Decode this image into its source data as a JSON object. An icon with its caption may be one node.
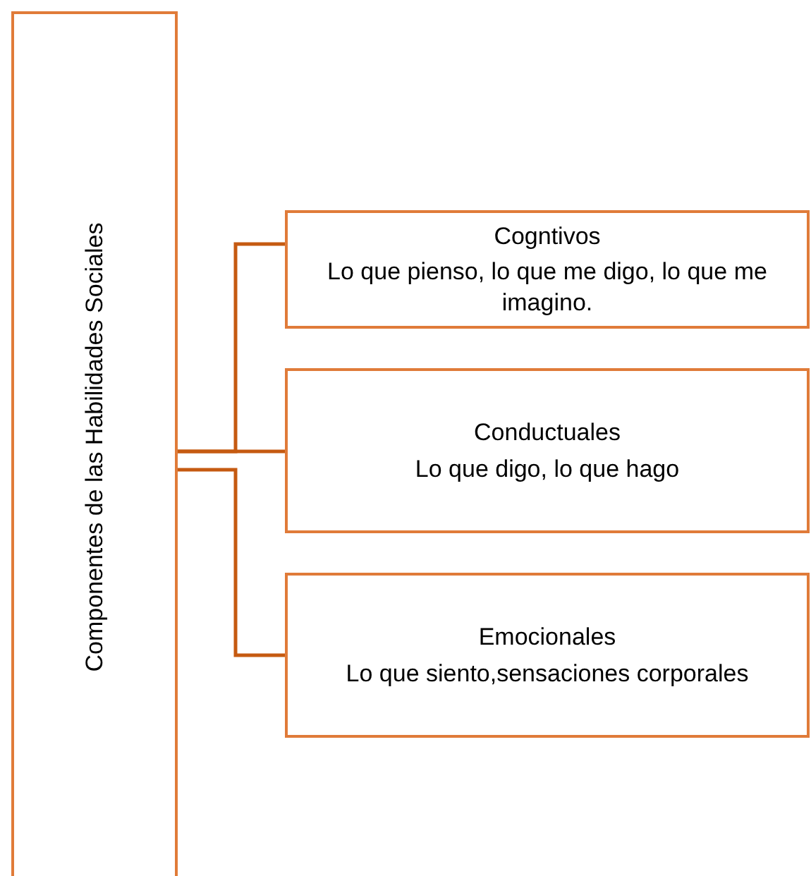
{
  "diagram": {
    "nodes": [
      {
        "text": [
          "Componentes de las Habilidades Sociales"
        ]
      },
      {
        "text": [
          "Cogntivos",
          "Lo que pienso, lo que me digo, lo que me imagino."
        ]
      },
      {
        "text": [
          "Conductuales",
          "Lo que digo, lo que hago"
        ]
      },
      {
        "text": [
          "Emocionales",
          "Lo que siento,sensaciones corporales"
        ]
      }
    ],
    "edges": [
      {
        "from": 0,
        "to": 1,
        "arrow": "none"
      },
      {
        "from": 0,
        "to": 2,
        "arrow": "none"
      },
      {
        "from": 0,
        "to": 3,
        "arrow": "none"
      }
    ]
  }
}
